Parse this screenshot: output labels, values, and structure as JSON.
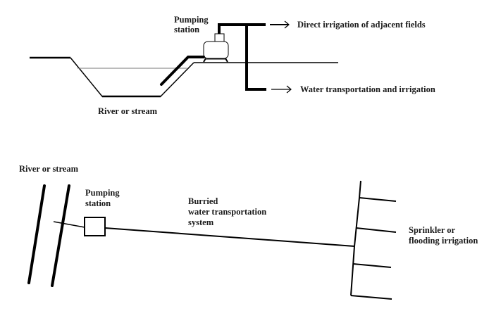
{
  "top_diagram": {
    "pump_label": [
      "Pumping",
      "station"
    ],
    "output_direct": "Direct irrigation of adjacent fields",
    "output_transport": "Water transportation and irrigation",
    "river_label": "River or stream"
  },
  "bottom_diagram": {
    "river_label": "River or stream",
    "pump_label": [
      "Pumping",
      "station"
    ],
    "pipe_label": [
      "Burried",
      "water transportation",
      "system"
    ],
    "field_label": [
      "Sprinkler or",
      "flooding irrigation"
    ]
  },
  "colors": {
    "line": "#000000",
    "water": "#777777",
    "text": "#1a1a1a"
  }
}
